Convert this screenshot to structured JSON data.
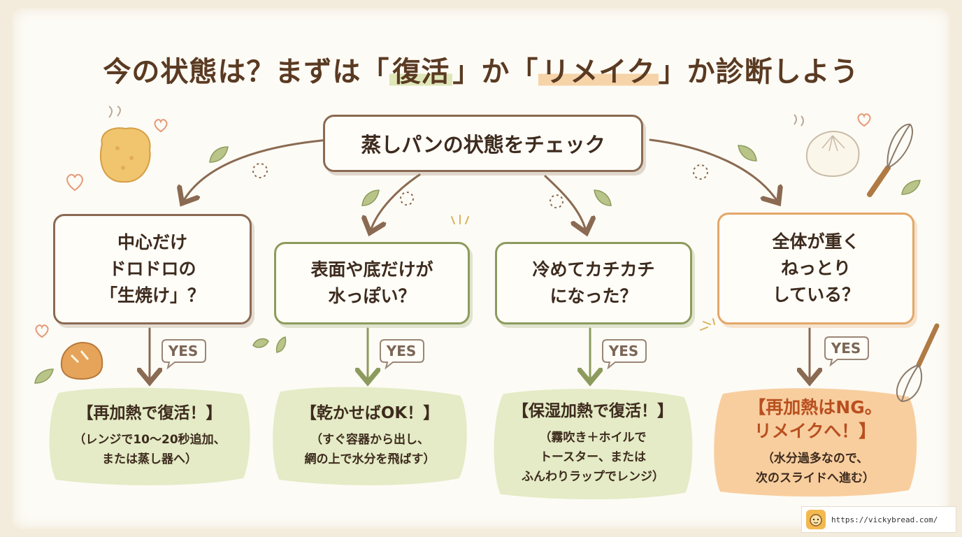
{
  "title": {
    "part1": "今の状態は？まずは「",
    "hl1": "復活",
    "part2": "」か「",
    "hl2": "リメイク",
    "part3": "」か診断しよう"
  },
  "root": {
    "label": "蒸しパンの状態をチェック"
  },
  "yes_label": "YES",
  "branches": [
    {
      "question": "中心だけ\nドロドロの\n「生焼け」？",
      "result_head": "【再加熱で復活！】",
      "result_sub": "（レンジで10〜20秒追加、\nまたは蒸し器へ）",
      "color": "#8a6a52"
    },
    {
      "question": "表面や底だけが\n水っぽい？",
      "result_head": "【乾かせばOK！】",
      "result_sub": "（すぐ容器から出し、\n網の上で水分を飛ばす）",
      "color": "#8c9b5d"
    },
    {
      "question": "冷めてカチカチ\nになった？",
      "result_head": "【保湿加熱で復活！】",
      "result_sub": "（霧吹き＋ホイルで\nトースター、または\nふんわりラップでレンジ）",
      "color": "#8c9b5d"
    },
    {
      "question": "全体が重く\nねっとり\nしている？",
      "result_head": "【再加熱はNG。\nリメイクへ！】",
      "result_sub": "（水分過多なので、\n次のスライドへ進む）",
      "color": "#e3a768"
    }
  ],
  "colors": {
    "text_brown": "#3d2b1e",
    "title_brown": "#5a3a22",
    "box_brown": "#8a6a52",
    "box_green": "#8c9b5d",
    "box_orange": "#e3a768",
    "result_green_bg": "#dfe8bd",
    "result_orange_bg": "#f7c58f",
    "accent_orange_text": "#b94f1f"
  },
  "footer": {
    "url": "https://vickybread.com/",
    "logo_icon": "bread-character-icon"
  },
  "decorations": [
    "steamed-bun-icon",
    "whisk-icon",
    "heart-icon",
    "leaf-icon",
    "steam-icon",
    "bread-roll-icon"
  ]
}
